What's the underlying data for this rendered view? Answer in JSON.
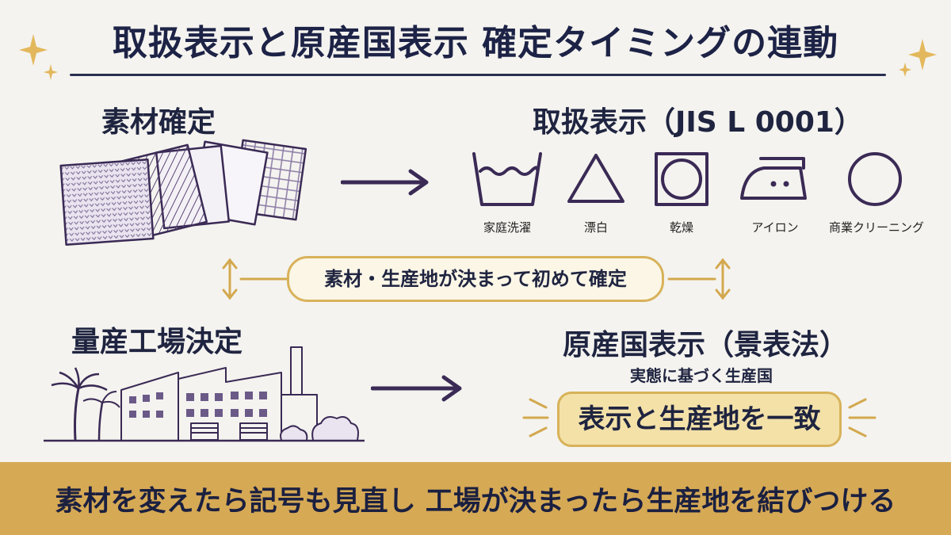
{
  "title": "取扱表示と原産国表示 確定タイミングの連動",
  "material": {
    "heading": "素材確定"
  },
  "care": {
    "heading": "取扱表示（JIS L 0001）",
    "symbols": [
      {
        "icon": "wash-tub-icon",
        "label": "家庭洗濯"
      },
      {
        "icon": "bleach-triangle-icon",
        "label": "漂白"
      },
      {
        "icon": "tumble-dry-icon",
        "label": "乾燥"
      },
      {
        "icon": "iron-icon",
        "label": "アイロン"
      },
      {
        "icon": "dry-clean-circle-icon",
        "label": "商業クリーニング"
      }
    ]
  },
  "link_note": "素材・生産地が決まって初めて確定",
  "factory": {
    "heading": "量産工場決定"
  },
  "origin": {
    "heading": "原産国表示（景表法）",
    "subtext": "実態に基づく生産国",
    "highlight": "表示と生産地を一致"
  },
  "footer": "素材を変えたら記号も見直し 工場が決まったら生産地を結びつける",
  "colors": {
    "navy": "#1f2440",
    "gold": "#d6a955",
    "ink": "#3a2a55",
    "background": "#f4f3ef"
  }
}
